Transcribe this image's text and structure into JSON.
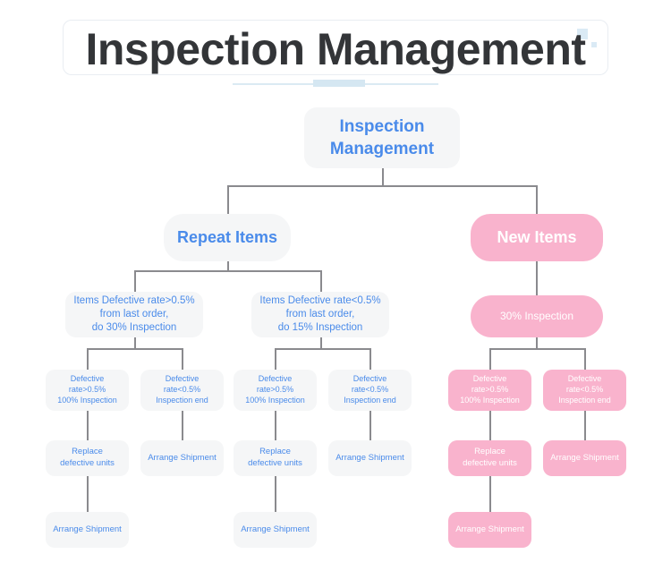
{
  "header": {
    "title": "Inspection Management",
    "decor_icon_large": "square-decor-icon",
    "decor_icon_small": "square-decor-icon",
    "accent_color": "#d5e7f2"
  },
  "theme": {
    "node_blue_bg": "#f5f6f7",
    "node_blue_text": "#4a8bea",
    "node_pink_bg": "#f9b3cd",
    "node_pink_text": "#ffffff",
    "connector_color": "#8a8a8e",
    "title_text": "#333538"
  },
  "diagram": {
    "root": {
      "label": "Inspection\nManagement"
    },
    "level2": [
      {
        "label": "Repeat Items",
        "style": "blue"
      },
      {
        "label": "New Items",
        "style": "pink"
      }
    ],
    "level3": [
      {
        "label": "Items Defective rate>0.5%\nfrom last order,\ndo 30% Inspection",
        "style": "blue"
      },
      {
        "label": "Items Defective rate<0.5%\nfrom last order,\ndo 15% Inspection",
        "style": "blue"
      },
      {
        "label": "30% Inspection",
        "style": "pink"
      }
    ],
    "level4": [
      {
        "label": "Defective rate>0.5%\n100% Inspection",
        "style": "blue"
      },
      {
        "label": "Defective rate<0.5%\nInspection end",
        "style": "blue"
      },
      {
        "label": "Defective rate>0.5%\n100% Inspection",
        "style": "blue"
      },
      {
        "label": "Defective rate<0.5%\nInspection end",
        "style": "blue"
      },
      {
        "label": "Defective rate>0.5%\n100% Inspection",
        "style": "pink"
      },
      {
        "label": "Defective rate<0.5%\nInspection end",
        "style": "pink"
      }
    ],
    "level5": [
      {
        "label": "Replace\ndefective units",
        "style": "blue"
      },
      {
        "label": "Arrange Shipment",
        "style": "blue"
      },
      {
        "label": "Replace\ndefective units",
        "style": "blue"
      },
      {
        "label": "Arrange Shipment",
        "style": "blue"
      },
      {
        "label": "Replace\ndefective units",
        "style": "pink"
      },
      {
        "label": "Arrange Shipment",
        "style": "pink"
      }
    ],
    "level6": [
      {
        "label": "Arrange Shipment",
        "style": "blue"
      },
      {
        "label": "Arrange Shipment",
        "style": "blue"
      },
      {
        "label": "Arrange Shipment",
        "style": "pink"
      }
    ]
  }
}
